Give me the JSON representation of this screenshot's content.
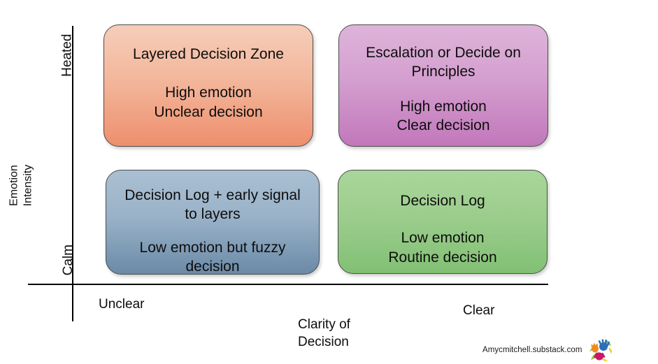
{
  "diagram": {
    "type": "2x2-quadrant-matrix",
    "background_color": "#ffffff",
    "axes": {
      "y": {
        "title_lines": [
          "Emotion",
          "Intensity"
        ],
        "high_label": "Heated",
        "low_label": "Calm",
        "line_color": "#000000"
      },
      "x": {
        "title_lines": [
          "Clarity of",
          "Decision"
        ],
        "low_label": "Unclear",
        "high_label": "Clear",
        "line_color": "#000000"
      }
    },
    "quadrants": [
      {
        "id": "heated-unclear",
        "position": "top-left",
        "headline": "Layered Decision Zone",
        "detail": "High emotion\nUnclear decision",
        "color_top": "#f6cdb9",
        "color_bottom": "#ee8f6d",
        "border_color": "#4c4c4c"
      },
      {
        "id": "heated-clear",
        "position": "top-right",
        "headline": "Escalation or Decide on Principles",
        "detail": "High emotion\nClear decision",
        "color_top": "#deb4da",
        "color_bottom": "#c277bb",
        "border_color": "#4c4c4c"
      },
      {
        "id": "calm-unclear",
        "position": "bottom-left",
        "headline": "Decision Log + early signal to layers",
        "detail": "Low emotion but fuzzy decision",
        "color_top": "#aabfd2",
        "color_bottom": "#6b8aa7",
        "border_color": "#4c4c4c"
      },
      {
        "id": "calm-clear",
        "position": "bottom-right",
        "headline": "Decision Log",
        "detail": "Low emotion\nRoutine decision",
        "color_top": "#a9d69b",
        "color_bottom": "#82c074",
        "border_color": "#4c4c4c"
      }
    ],
    "watermark": {
      "text": "Amycmitchell.substack.com",
      "logo_icon": "colorful-hands-logo",
      "logo_colors": [
        "#2e6fb7",
        "#c9186a",
        "#ef8b22",
        "#8cc63f",
        "#f4d03f"
      ]
    }
  }
}
